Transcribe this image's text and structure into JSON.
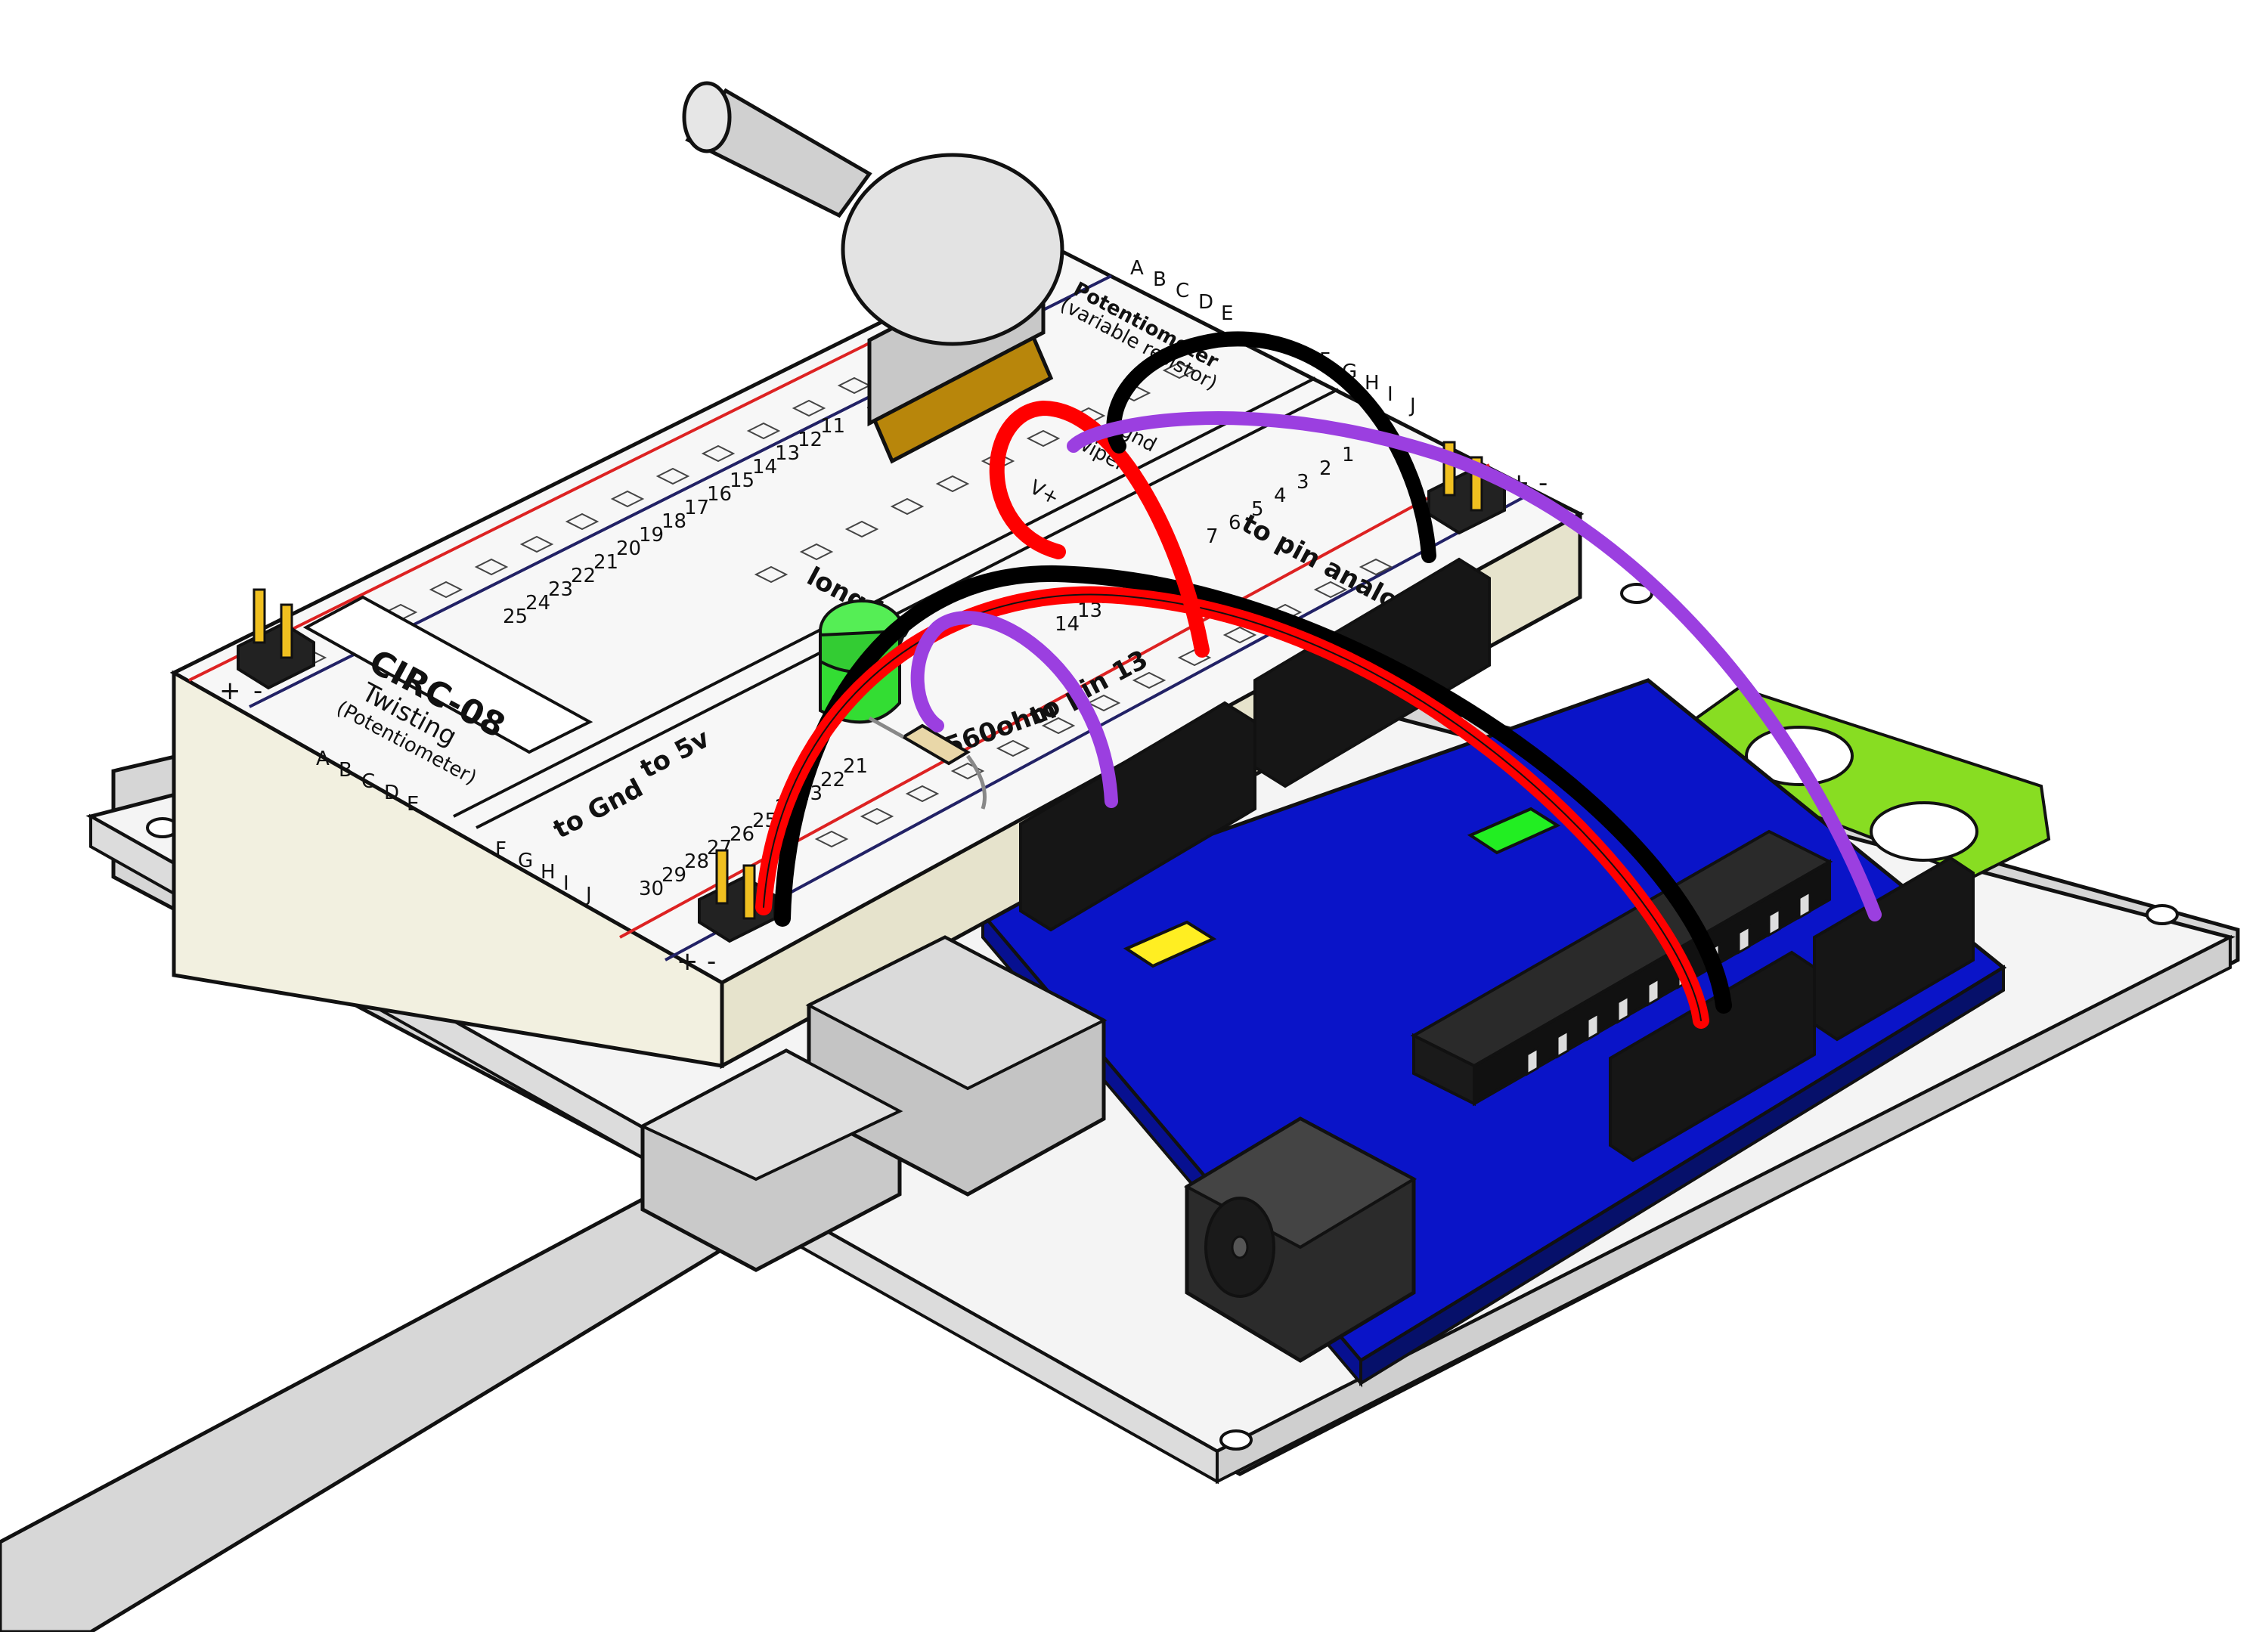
{
  "breadboard": {
    "sheet": {
      "title": "CIRC-08",
      "subtitle": "Twisting",
      "subtitle2": "(Potentiometer)"
    },
    "rail_plus": "+",
    "rail_minus": "-",
    "cols_left": [
      "A",
      "B",
      "C",
      "D",
      "E"
    ],
    "cols_right": [
      "F",
      "G",
      "H",
      "I",
      "J"
    ],
    "row_numbers_left": [
      "11",
      "12",
      "13",
      "14",
      "15",
      "16",
      "17",
      "18",
      "19",
      "20",
      "21",
      "22",
      "23",
      "24",
      "25"
    ],
    "row_numbers_lower": [
      "21",
      "22",
      "23",
      "24",
      "25",
      "26",
      "27",
      "28",
      "29",
      "30"
    ],
    "row_numbers_upper": [
      "1",
      "2",
      "3",
      "4",
      "5",
      "6",
      "7"
    ],
    "row_numbers_mid": [
      "11",
      "12",
      "13",
      "14"
    ]
  },
  "labels": {
    "potentiometer": "Potentiometer",
    "potentiometer_sub": "(variable resistor)",
    "gnd": "gnd",
    "wiper": "wiper",
    "vplus": "V+",
    "to_pin_analog": "to pin analog 2",
    "long_leg": "long leg",
    "to_5v": "to 5v",
    "to_gnd": "to Gnd",
    "resistor": "560ohm",
    "pin13": "to pin 13"
  },
  "colors": {
    "wire_red": "#ff0000",
    "wire_black": "#000000",
    "wire_purple": "#9b3fe0",
    "pcb": "#0a14c8",
    "led": "#33dd33",
    "pot_leg": "#b8860b",
    "sticker": "#88dd22",
    "header": "#161616"
  },
  "icons": {
    "led": "led-icon",
    "potentiometer": "potentiometer-icon",
    "usb": "usb-connector-icon",
    "power_jack": "power-jack-icon",
    "chip": "microcontroller-chip-icon"
  }
}
